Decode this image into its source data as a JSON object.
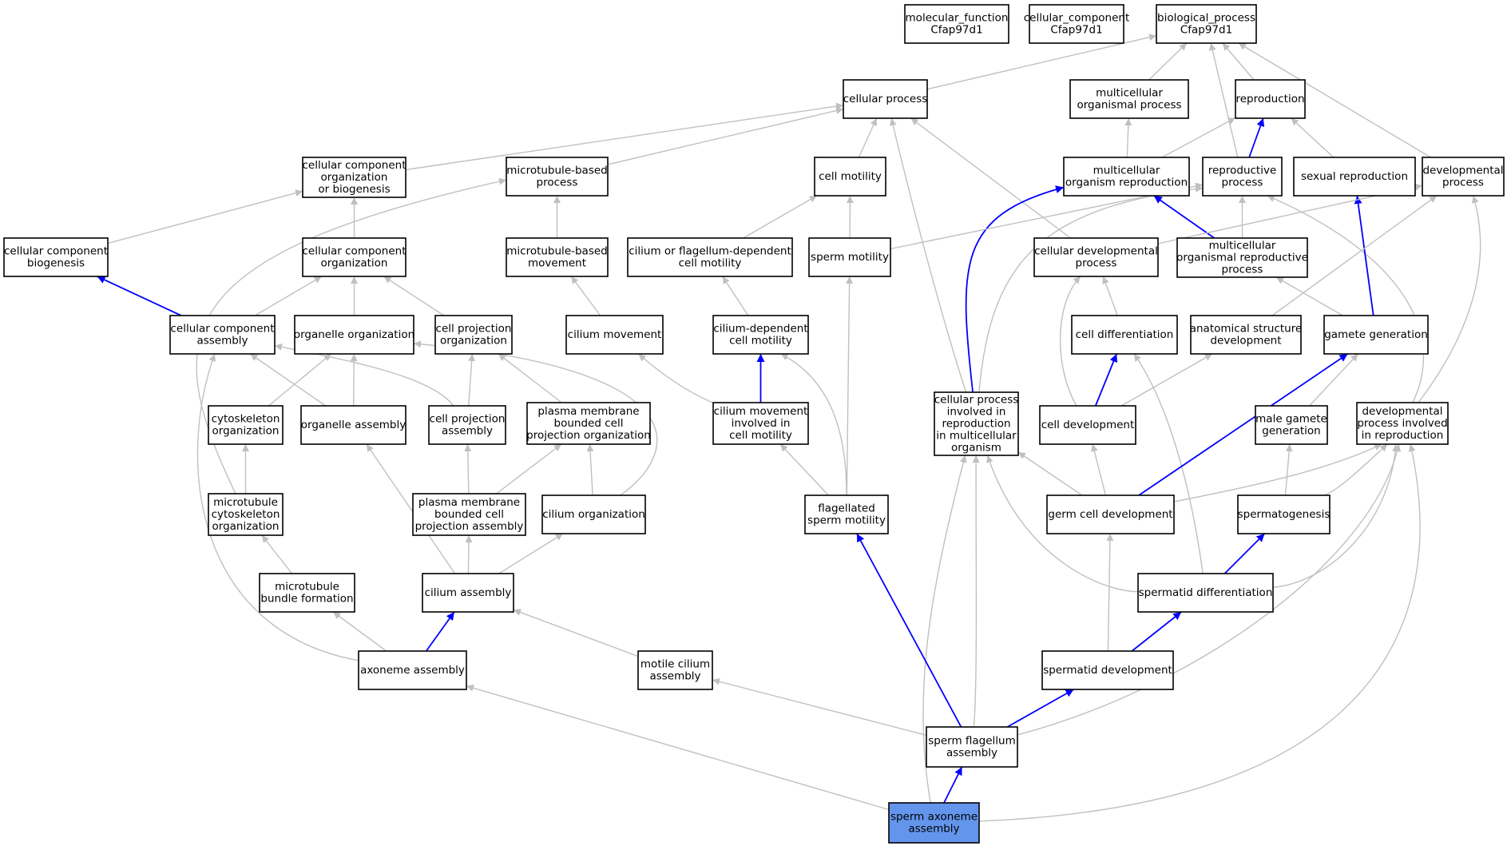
{
  "diagram": {
    "highlight_color": "#6495ed",
    "edge_color": "#c0c0c0",
    "emphasis_edge_color": "#0000ff",
    "nodes": [
      {
        "id": "molecular_function",
        "label": [
          "molecular_function",
          "Cfap97d1"
        ]
      },
      {
        "id": "cellular_component",
        "label": [
          "cellular_component",
          "Cfap97d1"
        ]
      },
      {
        "id": "biological_process",
        "label": [
          "biological_process",
          "Cfap97d1"
        ]
      },
      {
        "id": "cellular_process",
        "label": [
          "cellular process"
        ]
      },
      {
        "id": "multicellular_organismal_process",
        "label": [
          "multicellular",
          "organismal process"
        ]
      },
      {
        "id": "reproduction",
        "label": [
          "reproduction"
        ]
      },
      {
        "id": "cellular_component_organization_or_biogenesis",
        "label": [
          "cellular component",
          "organization",
          "or biogenesis"
        ]
      },
      {
        "id": "microtubule_based_process",
        "label": [
          "microtubule-based",
          "process"
        ]
      },
      {
        "id": "cell_motility",
        "label": [
          "cell motility"
        ]
      },
      {
        "id": "multicellular_organism_reproduction",
        "label": [
          "multicellular",
          "organism reproduction"
        ]
      },
      {
        "id": "reproductive_process",
        "label": [
          "reproductive",
          "process"
        ]
      },
      {
        "id": "sexual_reproduction",
        "label": [
          "sexual reproduction"
        ]
      },
      {
        "id": "developmental_process",
        "label": [
          "developmental",
          "process"
        ]
      },
      {
        "id": "cellular_component_biogenesis",
        "label": [
          "cellular component",
          "biogenesis"
        ]
      },
      {
        "id": "cellular_component_organization",
        "label": [
          "cellular component",
          "organization"
        ]
      },
      {
        "id": "microtubule_based_movement",
        "label": [
          "microtubule-based",
          "movement"
        ]
      },
      {
        "id": "cilium_or_flagellum_dependent_cell_motility",
        "label": [
          "cilium or flagellum-dependent",
          "cell motility"
        ]
      },
      {
        "id": "sperm_motility",
        "label": [
          "sperm motility"
        ]
      },
      {
        "id": "cellular_developmental_process",
        "label": [
          "cellular developmental",
          "process"
        ]
      },
      {
        "id": "multicellular_organismal_reproductive_process",
        "label": [
          "multicellular",
          "organismal reproductive",
          "process"
        ]
      },
      {
        "id": "cellular_component_assembly",
        "label": [
          "cellular component",
          "assembly"
        ]
      },
      {
        "id": "organelle_organization",
        "label": [
          "organelle organization"
        ]
      },
      {
        "id": "cell_projection_organization",
        "label": [
          "cell projection",
          "organization"
        ]
      },
      {
        "id": "cilium_movement",
        "label": [
          "cilium movement"
        ]
      },
      {
        "id": "cilium_dependent_cell_motility",
        "label": [
          "cilium-dependent",
          "cell motility"
        ]
      },
      {
        "id": "cell_differentiation",
        "label": [
          "cell differentiation"
        ]
      },
      {
        "id": "anatomical_structure_development",
        "label": [
          "anatomical structure",
          "development"
        ]
      },
      {
        "id": "gamete_generation",
        "label": [
          "gamete generation"
        ]
      },
      {
        "id": "cytoskeleton_organization",
        "label": [
          "cytoskeleton",
          "organization"
        ]
      },
      {
        "id": "organelle_assembly",
        "label": [
          "organelle assembly"
        ]
      },
      {
        "id": "cell_projection_assembly",
        "label": [
          "cell projection",
          "assembly"
        ]
      },
      {
        "id": "plasma_membrane_bounded_cell_projection_organization",
        "label": [
          "plasma membrane",
          "bounded cell",
          "projection organization"
        ]
      },
      {
        "id": "cilium_movement_involved_in_cell_motility",
        "label": [
          "cilium movement",
          "involved in",
          "cell motility"
        ]
      },
      {
        "id": "cellular_process_involved_in_reproduction_in_multicellular_organism",
        "label": [
          "cellular process",
          "involved in",
          "reproduction",
          "in multicellular",
          "organism"
        ]
      },
      {
        "id": "cell_development",
        "label": [
          "cell development"
        ]
      },
      {
        "id": "male_gamete_generation",
        "label": [
          "male gamete",
          "generation"
        ]
      },
      {
        "id": "developmental_process_involved_in_reproduction",
        "label": [
          "developmental",
          "process involved",
          "in reproduction"
        ]
      },
      {
        "id": "microtubule_cytoskeleton_organization",
        "label": [
          "microtubule",
          "cytoskeleton",
          "organization"
        ]
      },
      {
        "id": "plasma_membrane_bounded_cell_projection_assembly",
        "label": [
          "plasma membrane",
          "bounded cell",
          "projection assembly"
        ]
      },
      {
        "id": "cilium_organization",
        "label": [
          "cilium organization"
        ]
      },
      {
        "id": "flagellated_sperm_motility",
        "label": [
          "flagellated",
          "sperm motility"
        ]
      },
      {
        "id": "germ_cell_development",
        "label": [
          "germ cell development"
        ]
      },
      {
        "id": "spermatogenesis",
        "label": [
          "spermatogenesis"
        ]
      },
      {
        "id": "microtubule_bundle_formation",
        "label": [
          "microtubule",
          "bundle formation"
        ]
      },
      {
        "id": "cilium_assembly",
        "label": [
          "cilium assembly"
        ]
      },
      {
        "id": "spermatid_differentiation",
        "label": [
          "spermatid differentiation"
        ]
      },
      {
        "id": "axoneme_assembly",
        "label": [
          "axoneme assembly"
        ]
      },
      {
        "id": "motile_cilium_assembly",
        "label": [
          "motile cilium",
          "assembly"
        ]
      },
      {
        "id": "spermatid_development",
        "label": [
          "spermatid development"
        ]
      },
      {
        "id": "sperm_flagellum_assembly",
        "label": [
          "sperm flagellum",
          "assembly"
        ]
      },
      {
        "id": "sperm_axoneme_assembly",
        "label": [
          "sperm axoneme",
          "assembly"
        ],
        "highlighted": true
      }
    ],
    "edges": [
      {
        "from": "cellular_process",
        "to": "biological_process"
      },
      {
        "from": "multicellular_organismal_process",
        "to": "biological_process"
      },
      {
        "from": "reproduction",
        "to": "biological_process"
      },
      {
        "from": "reproductive_process",
        "to": "biological_process"
      },
      {
        "from": "developmental_process",
        "to": "biological_process"
      },
      {
        "from": "cellular_component_organization_or_biogenesis",
        "to": "cellular_process"
      },
      {
        "from": "microtubule_based_process",
        "to": "cellular_process"
      },
      {
        "from": "cell_motility",
        "to": "cellular_process"
      },
      {
        "from": "cellular_process_involved_in_reproduction_in_multicellular_organism",
        "to": "cellular_process"
      },
      {
        "from": "cellular_developmental_process",
        "to": "cellular_process"
      },
      {
        "from": "multicellular_organism_reproduction",
        "to": "multicellular_organismal_process"
      },
      {
        "from": "multicellular_organism_reproduction",
        "to": "reproduction"
      },
      {
        "from": "reproductive_process",
        "to": "reproduction",
        "emphasis": true
      },
      {
        "from": "sexual_reproduction",
        "to": "reproduction"
      },
      {
        "from": "cellular_component_biogenesis",
        "to": "cellular_component_organization_or_biogenesis"
      },
      {
        "from": "cellular_component_organization",
        "to": "cellular_component_organization_or_biogenesis"
      },
      {
        "from": "microtubule_based_movement",
        "to": "microtubule_based_process"
      },
      {
        "from": "microtubule_cytoskeleton_organization",
        "to": "microtubule_based_process"
      },
      {
        "from": "cilium_or_flagellum_dependent_cell_motility",
        "to": "cell_motility"
      },
      {
        "from": "sperm_motility",
        "to": "cell_motility"
      },
      {
        "from": "multicellular_organismal_reproductive_process",
        "to": "multicellular_organism_reproduction",
        "emphasis": true
      },
      {
        "from": "cellular_process_involved_in_reproduction_in_multicellular_organism",
        "to": "multicellular_organism_reproduction",
        "emphasis": true
      },
      {
        "from": "multicellular_organismal_reproductive_process",
        "to": "reproductive_process"
      },
      {
        "from": "sperm_motility",
        "to": "reproductive_process"
      },
      {
        "from": "cellular_process_involved_in_reproduction_in_multicellular_organism",
        "to": "reproductive_process"
      },
      {
        "from": "developmental_process_involved_in_reproduction",
        "to": "reproductive_process"
      },
      {
        "from": "gamete_generation",
        "to": "sexual_reproduction",
        "emphasis": true
      },
      {
        "from": "cellular_developmental_process",
        "to": "developmental_process"
      },
      {
        "from": "anatomical_structure_development",
        "to": "developmental_process"
      },
      {
        "from": "developmental_process_involved_in_reproduction",
        "to": "developmental_process"
      },
      {
        "from": "cellular_component_assembly",
        "to": "cellular_component_biogenesis",
        "emphasis": true
      },
      {
        "from": "cellular_component_assembly",
        "to": "cellular_component_organization"
      },
      {
        "from": "organelle_organization",
        "to": "cellular_component_organization"
      },
      {
        "from": "cell_projection_organization",
        "to": "cellular_component_organization"
      },
      {
        "from": "cilium_movement",
        "to": "microtubule_based_movement"
      },
      {
        "from": "cilium_dependent_cell_motility",
        "to": "cilium_or_flagellum_dependent_cell_motility"
      },
      {
        "from": "flagellated_sperm_motility",
        "to": "sperm_motility"
      },
      {
        "from": "cell_differentiation",
        "to": "cellular_developmental_process"
      },
      {
        "from": "cell_development",
        "to": "cellular_developmental_process"
      },
      {
        "from": "gamete_generation",
        "to": "multicellular_organismal_reproductive_process"
      },
      {
        "from": "organelle_assembly",
        "to": "cellular_component_assembly"
      },
      {
        "from": "cell_projection_assembly",
        "to": "cellular_component_assembly"
      },
      {
        "from": "axoneme_assembly",
        "to": "cellular_component_assembly"
      },
      {
        "from": "cytoskeleton_organization",
        "to": "organelle_organization"
      },
      {
        "from": "organelle_assembly",
        "to": "organelle_organization"
      },
      {
        "from": "cilium_organization",
        "to": "organelle_organization"
      },
      {
        "from": "cell_projection_assembly",
        "to": "cell_projection_organization"
      },
      {
        "from": "plasma_membrane_bounded_cell_projection_organization",
        "to": "cell_projection_organization"
      },
      {
        "from": "cilium_movement_involved_in_cell_motility",
        "to": "cilium_movement"
      },
      {
        "from": "cilium_movement_involved_in_cell_motility",
        "to": "cilium_dependent_cell_motility",
        "emphasis": true
      },
      {
        "from": "flagellated_sperm_motility",
        "to": "cilium_dependent_cell_motility"
      },
      {
        "from": "cell_development",
        "to": "cell_differentiation",
        "emphasis": true
      },
      {
        "from": "spermatid_differentiation",
        "to": "cell_differentiation"
      },
      {
        "from": "cell_development",
        "to": "anatomical_structure_development"
      },
      {
        "from": "male_gamete_generation",
        "to": "gamete_generation"
      },
      {
        "from": "germ_cell_development",
        "to": "gamete_generation",
        "emphasis": true
      },
      {
        "from": "microtubule_cytoskeleton_organization",
        "to": "cytoskeleton_organization"
      },
      {
        "from": "cilium_assembly",
        "to": "organelle_assembly"
      },
      {
        "from": "plasma_membrane_bounded_cell_projection_assembly",
        "to": "cell_projection_assembly"
      },
      {
        "from": "plasma_membrane_bounded_cell_projection_assembly",
        "to": "plasma_membrane_bounded_cell_projection_organization"
      },
      {
        "from": "cilium_organization",
        "to": "plasma_membrane_bounded_cell_projection_organization"
      },
      {
        "from": "flagellated_sperm_motility",
        "to": "cilium_movement_involved_in_cell_motility"
      },
      {
        "from": "germ_cell_development",
        "to": "cellular_process_involved_in_reproduction_in_multicellular_organism"
      },
      {
        "from": "spermatid_differentiation",
        "to": "cellular_process_involved_in_reproduction_in_multicellular_organism"
      },
      {
        "from": "sperm_flagellum_assembly",
        "to": "cellular_process_involved_in_reproduction_in_multicellular_organism"
      },
      {
        "from": "sperm_axoneme_assembly",
        "to": "cellular_process_involved_in_reproduction_in_multicellular_organism"
      },
      {
        "from": "germ_cell_development",
        "to": "cell_development"
      },
      {
        "from": "spermatogenesis",
        "to": "male_gamete_generation"
      },
      {
        "from": "germ_cell_development",
        "to": "developmental_process_involved_in_reproduction"
      },
      {
        "from": "spermatogenesis",
        "to": "developmental_process_involved_in_reproduction"
      },
      {
        "from": "spermatid_differentiation",
        "to": "developmental_process_involved_in_reproduction"
      },
      {
        "from": "sperm_flagellum_assembly",
        "to": "developmental_process_involved_in_reproduction"
      },
      {
        "from": "sperm_axoneme_assembly",
        "to": "developmental_process_involved_in_reproduction"
      },
      {
        "from": "microtubule_bundle_formation",
        "to": "microtubule_cytoskeleton_organization"
      },
      {
        "from": "cilium_assembly",
        "to": "plasma_membrane_bounded_cell_projection_assembly"
      },
      {
        "from": "cilium_assembly",
        "to": "cilium_organization"
      },
      {
        "from": "sperm_flagellum_assembly",
        "to": "flagellated_sperm_motility",
        "emphasis": true
      },
      {
        "from": "spermatid_development",
        "to": "germ_cell_development"
      },
      {
        "from": "spermatid_differentiation",
        "to": "spermatogenesis",
        "emphasis": true
      },
      {
        "from": "axoneme_assembly",
        "to": "microtubule_bundle_formation"
      },
      {
        "from": "axoneme_assembly",
        "to": "cilium_assembly",
        "emphasis": true
      },
      {
        "from": "motile_cilium_assembly",
        "to": "cilium_assembly"
      },
      {
        "from": "spermatid_development",
        "to": "spermatid_differentiation",
        "emphasis": true
      },
      {
        "from": "sperm_flagellum_assembly",
        "to": "motile_cilium_assembly"
      },
      {
        "from": "sperm_flagellum_assembly",
        "to": "spermatid_development",
        "emphasis": true
      },
      {
        "from": "sperm_axoneme_assembly",
        "to": "axoneme_assembly"
      },
      {
        "from": "sperm_axoneme_assembly",
        "to": "sperm_flagellum_assembly",
        "emphasis": true
      }
    ]
  }
}
